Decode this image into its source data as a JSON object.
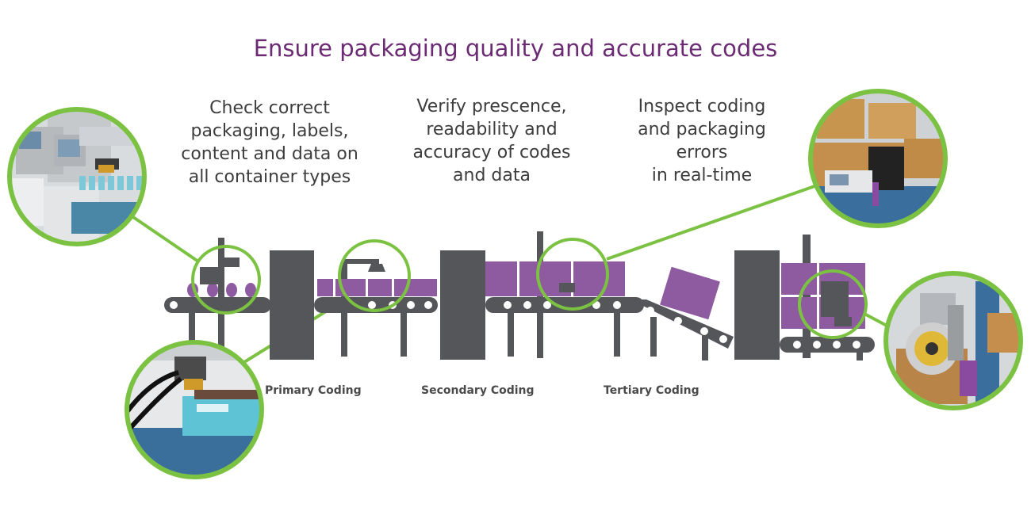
{
  "title": "Ensure packaging quality and accurate codes",
  "stages": [
    {
      "lines": [
        "Check correct",
        "packaging, labels,",
        "content and data on",
        "all container types"
      ]
    },
    {
      "lines": [
        "Verify prescence,",
        "readability and",
        "accuracy of codes",
        "and data"
      ]
    },
    {
      "lines": [
        "Inspect coding",
        "and packaging",
        "errors",
        "in real-time"
      ]
    }
  ],
  "labels": {
    "primary": "Primary Coding",
    "secondary": "Secondary Coding",
    "tertiary": "Tertiary Coding"
  },
  "colors": {
    "accent": "#6b2a73",
    "product": "#8e5aa0",
    "machine": "#555659",
    "highlight": "#7cc242"
  }
}
